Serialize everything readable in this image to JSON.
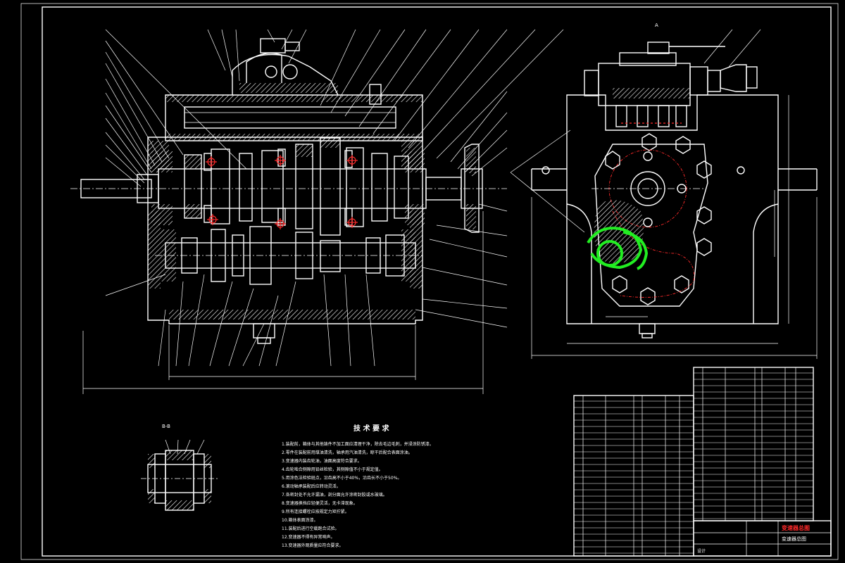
{
  "drawing": {
    "section_label": "B-B",
    "view_label": "A",
    "tech_title": "技 术 要 求",
    "requirements": [
      "1.装配前，箱体与其他铸件不加工面应清理干净，除去毛边毛刺，并浸涂防锈漆。",
      "2.零件在装配前用煤油清洗，轴承用汽油清洗，晾干后配合表面涂油。",
      "3.变速器内装齿轮油，油面高度符合要求。",
      "4.齿轮啮合侧隙用铅丝检验，其侧隙值不小于规定值。",
      "5.用涂色法检验斑点，沿齿高不小于40%，沿齿长不小于50%。",
      "6.滚动轴承装配后应转动灵活。",
      "7.各密封处不允许漏油，剖分面允许涂密封胶或水玻璃。",
      "8.变速器换挡应轻便灵活，无卡滞现象。",
      "9.所有连接螺栓应按规定力矩拧紧。",
      "10.箱体表面涂漆。",
      "11.装配后进行空载跑合试验。",
      "12.变速器不得有异常响声。",
      "13.变速器外观质量应符合要求。"
    ],
    "title_block": {
      "main_title": "变速器总图",
      "red_caption": "变速器总图",
      "designer_label": "设计"
    },
    "colors": {
      "background": "#000000",
      "line": "#ffffff",
      "center_mark": "#ff2a2a",
      "highlight": "#22ee22"
    }
  }
}
